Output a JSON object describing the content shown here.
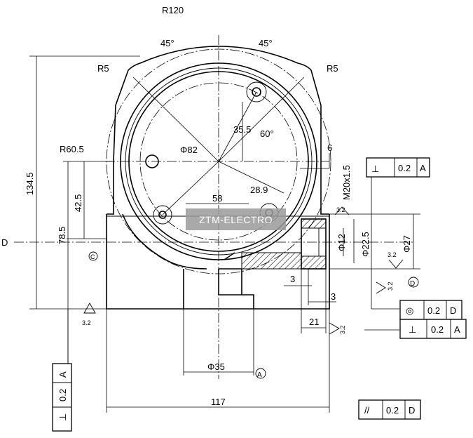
{
  "watermark": "ZTM-ELECTRO",
  "radius_labels": {
    "r120": "R120",
    "r5_left": "R5",
    "r5_right": "R5",
    "r605": "R60.5"
  },
  "angle_labels": {
    "a45_left": "45°",
    "a45_right": "45°",
    "a60": "60°"
  },
  "diameter_labels": {
    "d82": "Φ82",
    "d12": "Φ12",
    "d225": "Φ22.5",
    "d27": "Φ27",
    "d35": "Φ35"
  },
  "linear_dims": {
    "d1345": "134.5",
    "d425": "42.5",
    "d785": "78.5",
    "d355": "35.5",
    "d289": "28.9",
    "d58": "58",
    "d6": "6",
    "d3a": "3",
    "d3b": "3",
    "d21": "21",
    "d117": "117"
  },
  "thread_label": "M20x1.5",
  "datum_side": "D",
  "datum_c": "C",
  "datum_d_symbol": "D",
  "datum_a_symbol": "A",
  "roughness": {
    "r1": "3.2",
    "r2": "3.2",
    "r3": "3.2",
    "r4": "3.2",
    "r5": "3.2"
  },
  "fcf_top": {
    "symbol": "⊥",
    "value": "0.2",
    "datum": "A"
  },
  "fcf_concentric": {
    "symbol": "◎",
    "value": "0.2",
    "datum": "D"
  },
  "fcf_perp_right": {
    "symbol": "⊥",
    "value": "0.2",
    "datum": "A"
  },
  "fcf_left_vertical": {
    "symbol": "⊥",
    "value": "0.2",
    "datum": "A"
  },
  "fcf_parallel": {
    "symbol": "//",
    "value": "0.2",
    "datum": "D"
  }
}
